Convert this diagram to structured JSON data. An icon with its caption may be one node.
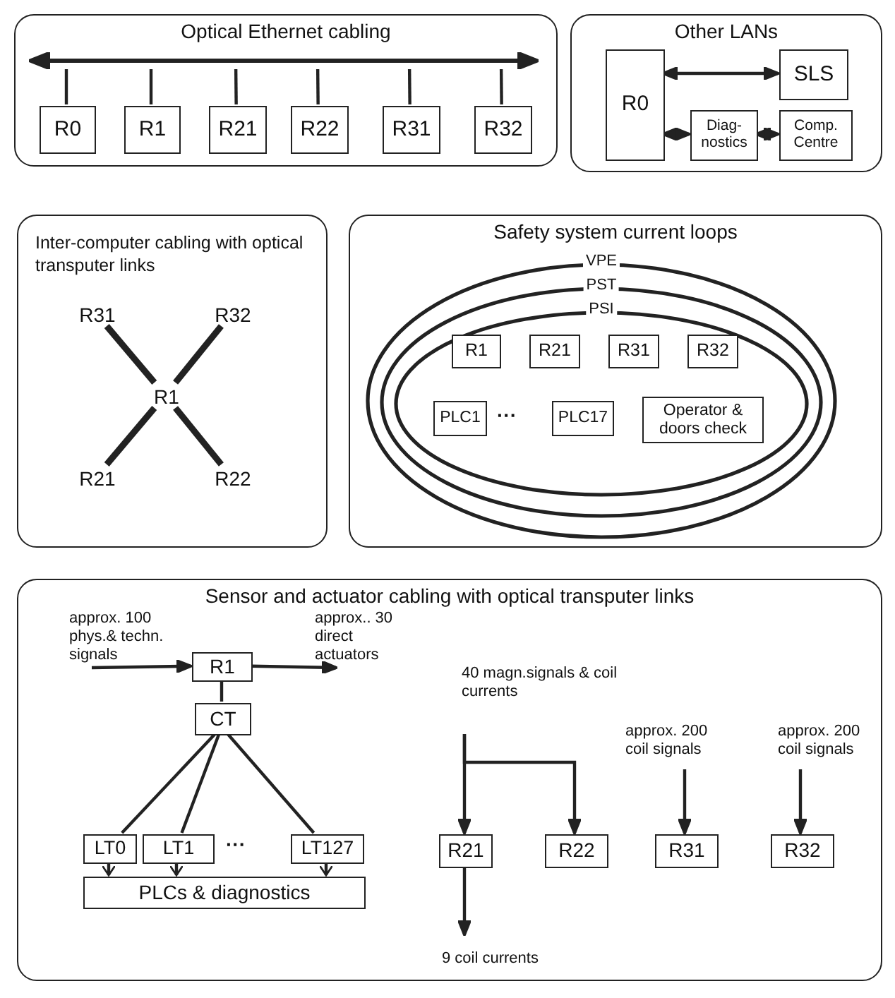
{
  "diagram": {
    "nodes": [
      {
        "text": [
          "Optical Ethernet cabling"
        ]
      },
      {
        "text": [],
        "shape": "bar",
        "in": 0
      },
      {
        "text": [
          "R0"
        ],
        "in": 0
      },
      {
        "text": [
          "R1"
        ],
        "in": 0
      },
      {
        "text": [
          "R21"
        ],
        "in": 0
      },
      {
        "text": [
          "R22"
        ],
        "in": 0
      },
      {
        "text": [
          "R31"
        ],
        "in": 0
      },
      {
        "text": [
          "R32"
        ],
        "in": 0
      },
      {
        "text": [
          "Other LANs"
        ]
      },
      {
        "text": [
          "R0"
        ],
        "in": 8
      },
      {
        "text": [
          "SLS"
        ],
        "in": 8
      },
      {
        "text": [
          "Diag-nostics"
        ],
        "in": 8
      },
      {
        "text": [
          "Comp. Centre"
        ],
        "in": 8
      },
      {
        "text": [
          "Inter-computer cabling with optical transputer links"
        ]
      },
      {
        "text": [
          "R31"
        ],
        "in": 13
      },
      {
        "text": [
          "R32"
        ],
        "in": 13
      },
      {
        "text": [
          "R1"
        ],
        "in": 13
      },
      {
        "text": [
          "R21"
        ],
        "in": 13
      },
      {
        "text": [
          "R22"
        ],
        "in": 13
      },
      {
        "text": [
          "Safety system current loops"
        ]
      },
      {
        "text": [
          "VPE"
        ],
        "in": 19
      },
      {
        "text": [
          "PST"
        ],
        "in": 20
      },
      {
        "text": [
          "PSI"
        ],
        "in": 21
      },
      {
        "text": [
          "R1"
        ],
        "in": 22
      },
      {
        "text": [
          "R21"
        ],
        "in": 22
      },
      {
        "text": [
          "R31"
        ],
        "in": 22
      },
      {
        "text": [
          "R32"
        ],
        "in": 22
      },
      {
        "text": [
          "PLC1"
        ],
        "in": 22
      },
      {
        "text": [
          "PLC17"
        ],
        "in": 22
      },
      {
        "text": [
          "Operator & doors check"
        ],
        "in": 22
      },
      {
        "text": [
          "Sensor and actuator cabling with optical transputer links"
        ]
      },
      {
        "text": [
          "R1"
        ],
        "in": 30
      },
      {
        "text": [
          "CT"
        ],
        "in": 30
      },
      {
        "text": [
          "LT0"
        ],
        "in": 30
      },
      {
        "text": [
          "LT1"
        ],
        "in": 30
      },
      {
        "text": [
          "LT127"
        ],
        "in": 30
      },
      {
        "text": [
          "PLCs & diagnostics"
        ],
        "in": 30
      },
      {
        "text": [
          "R21"
        ],
        "in": 30
      },
      {
        "text": [
          "R22"
        ],
        "in": 30
      },
      {
        "text": [
          "R31"
        ],
        "in": 30
      },
      {
        "text": [
          "R32"
        ],
        "in": 30
      },
      {
        "text": [
          "approx. 100 phys.& techn. signals"
        ],
        "in": 30
      },
      {
        "text": [
          "approx.. 30 direct actuators"
        ],
        "in": 30
      },
      {
        "text": [
          "40 magn.signals & coil currents"
        ],
        "in": 30
      },
      {
        "text": [
          "approx. 200 coil signals"
        ],
        "in": 30
      },
      {
        "text": [
          "approx. 200 coil signals"
        ],
        "in": 30
      },
      {
        "text": [
          "9 coil currents"
        ],
        "in": 30
      }
    ],
    "edges": [
      {
        "from": 1,
        "to": 2,
        "arrow": "none"
      },
      {
        "from": 1,
        "to": 3,
        "arrow": "none"
      },
      {
        "from": 1,
        "to": 4,
        "arrow": "none"
      },
      {
        "from": 1,
        "to": 5,
        "arrow": "none"
      },
      {
        "from": 1,
        "to": 6,
        "arrow": "none"
      },
      {
        "from": 1,
        "to": 7,
        "arrow": "none"
      },
      {
        "from": 9,
        "to": 10,
        "arrow": "both"
      },
      {
        "from": 9,
        "to": 11,
        "arrow": "both"
      },
      {
        "from": 11,
        "to": 12,
        "arrow": "both"
      },
      {
        "from": 16,
        "to": 14,
        "arrow": "none",
        "style": "thick"
      },
      {
        "from": 16,
        "to": 15,
        "arrow": "none",
        "style": "thick"
      },
      {
        "from": 16,
        "to": 17,
        "arrow": "none",
        "style": "thick"
      },
      {
        "from": 16,
        "to": 18,
        "arrow": "none",
        "style": "thick"
      },
      {
        "from": 41,
        "to": 31,
        "arrow": "to"
      },
      {
        "from": 31,
        "to": 42,
        "arrow": "to"
      },
      {
        "from": 31,
        "to": 32,
        "arrow": "none"
      },
      {
        "from": 32,
        "to": 33,
        "arrow": "none"
      },
      {
        "from": 32,
        "to": 34,
        "arrow": "none"
      },
      {
        "from": 32,
        "to": 35,
        "arrow": "none"
      },
      {
        "from": 33,
        "to": 36,
        "arrow": "to"
      },
      {
        "from": 34,
        "to": 36,
        "arrow": "to"
      },
      {
        "from": 35,
        "to": 36,
        "arrow": "to"
      },
      {
        "from": 43,
        "to": 37,
        "arrow": "to"
      },
      {
        "from": 43,
        "to": 38,
        "arrow": "to"
      },
      {
        "from": 37,
        "to": 46,
        "arrow": "to"
      },
      {
        "from": 44,
        "to": 39,
        "arrow": "to"
      },
      {
        "from": 45,
        "to": 40,
        "arrow": "to"
      }
    ],
    "labels": [
      "···",
      "···"
    ]
  }
}
